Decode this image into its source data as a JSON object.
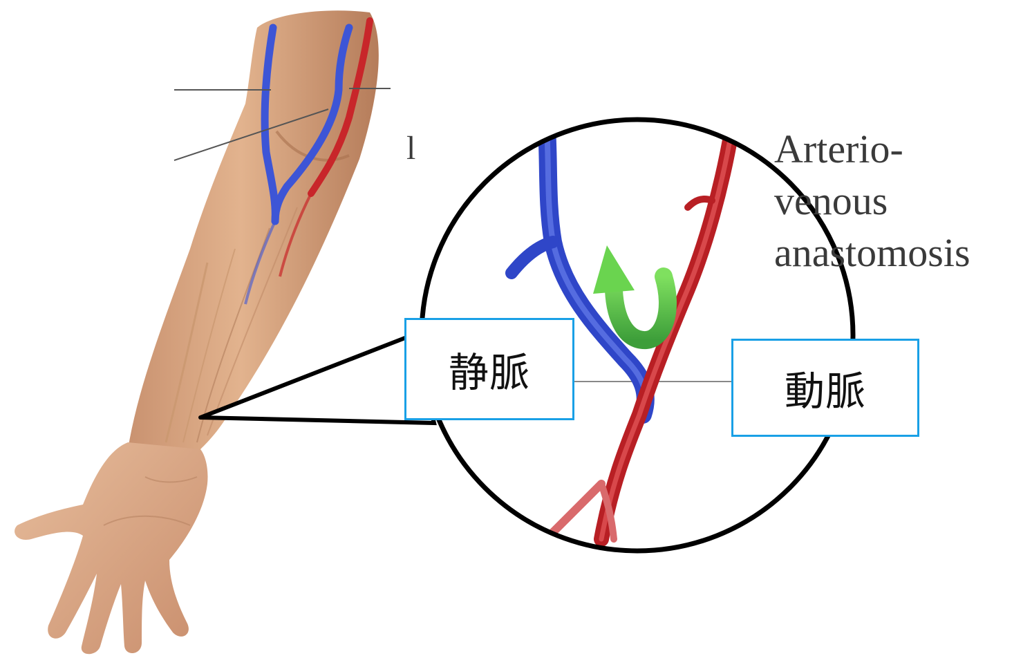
{
  "labels": {
    "vein": "静脈",
    "artery": "動脈",
    "partial_label": "l",
    "anastomosis_line1": "Arterio-",
    "anastomosis_line2": "venous",
    "anastomosis_line3": "anastomosis"
  },
  "colors": {
    "skin": "#d9a880",
    "skin_shadow": "#b98361",
    "vein": "#3d55d6",
    "artery": "#c8262a",
    "arrow": "#5fc44a",
    "label_border": "#19a0e6",
    "outline": "#000000"
  },
  "icons": {
    "flow_arrow": "curved-arrow-icon"
  }
}
